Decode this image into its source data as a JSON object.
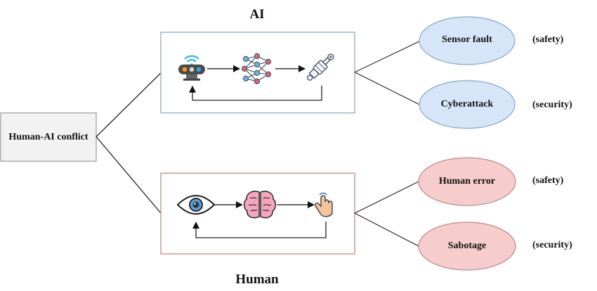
{
  "root": {
    "label": "Human-AI conflict"
  },
  "colors": {
    "ai_border": "#9fb4cc",
    "human_border": "#c99a98",
    "ai_ellipse_fill": "#d6e6f8",
    "ai_ellipse_stroke": "#8aa6c6",
    "human_ellipse_fill": "#f6cccc",
    "human_ellipse_stroke": "#b98a8a",
    "root_fill": "#f2f2f2",
    "root_stroke": "#9a9a9a",
    "line": "#222222"
  },
  "groups": [
    {
      "id": "ai",
      "title": "AI",
      "pipeline": [
        {
          "icon": "wifi-sensor-icon"
        },
        {
          "icon": "neural-network-icon"
        },
        {
          "icon": "actuator-cylinder-icon"
        }
      ],
      "outcomes": [
        {
          "label": "Sensor fault",
          "category": "(safety)"
        },
        {
          "label": "Cyberattack",
          "category": "(security)"
        }
      ]
    },
    {
      "id": "human",
      "title": "Human",
      "pipeline": [
        {
          "icon": "eye-icon"
        },
        {
          "icon": "brain-icon"
        },
        {
          "icon": "finger-tap-icon"
        }
      ],
      "outcomes": [
        {
          "label": "Human error",
          "category": "(safety)"
        },
        {
          "label": "Sabotage",
          "category": "(security)"
        }
      ]
    }
  ]
}
